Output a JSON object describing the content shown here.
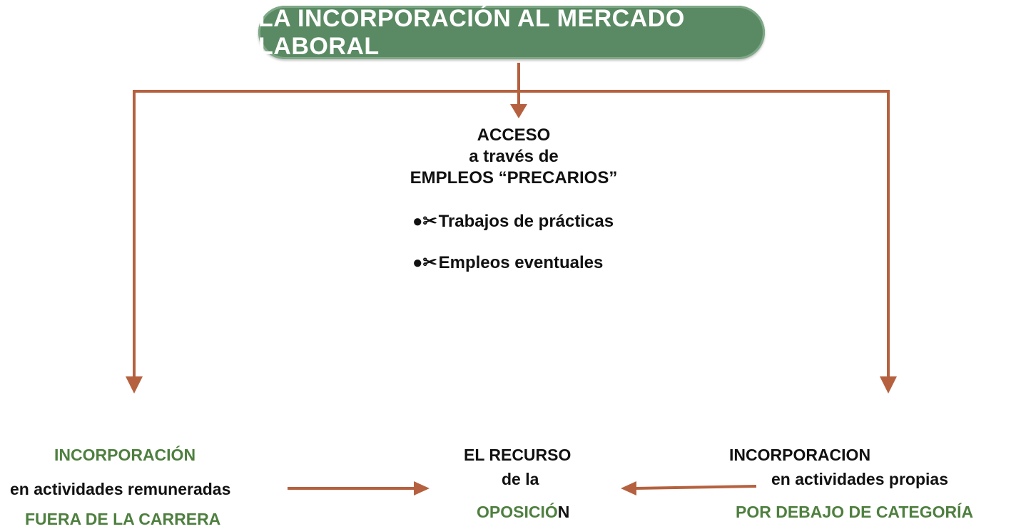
{
  "title": "LA INCORPORACIÓN AL MERCADO LABORAL",
  "center": {
    "line1": "ACCESO",
    "line2": "a través de",
    "line3": "EMPLEOS “PRECARIOS”",
    "bullets": [
      "Trabajos de prácticas",
      "Empleos eventuales"
    ],
    "bullet_icon": "scissors-icon"
  },
  "left": {
    "heading": "INCORPORACIÓN",
    "line": "en actividades remuneradas",
    "footer": "FUERA DE LA CARRERA"
  },
  "middle": {
    "line1": "EL RECURSO",
    "line2": "de la",
    "line3_green": "OPOSICIÓ",
    "line3_dark": "N"
  },
  "right": {
    "heading": "INCORPORACION",
    "line": "en actividades propias",
    "footer": "POR DEBAJO DE CATEGORÍA"
  },
  "colors": {
    "arrow": "#b5613f",
    "pill": "#5a8a63",
    "green_text": "#4e7f3f"
  }
}
